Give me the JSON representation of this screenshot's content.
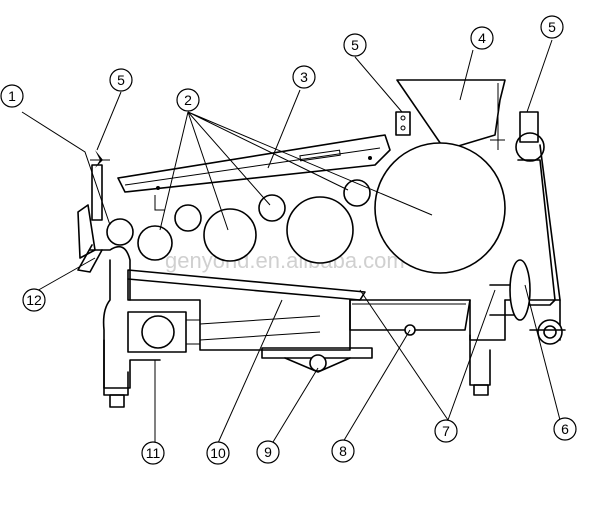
{
  "diagram": {
    "watermark": "genyond.en.alibaba.com",
    "callouts": [
      {
        "id": "c1",
        "label": "1"
      },
      {
        "id": "c2",
        "label": "2"
      },
      {
        "id": "c3",
        "label": "3"
      },
      {
        "id": "c4",
        "label": "4"
      },
      {
        "id": "c5a",
        "label": "5"
      },
      {
        "id": "c5b",
        "label": "5"
      },
      {
        "id": "c5c",
        "label": "5"
      },
      {
        "id": "c6",
        "label": "6"
      },
      {
        "id": "c7",
        "label": "7"
      },
      {
        "id": "c8",
        "label": "8"
      },
      {
        "id": "c9",
        "label": "9"
      },
      {
        "id": "c10",
        "label": "10"
      },
      {
        "id": "c11",
        "label": "11"
      },
      {
        "id": "c12",
        "label": "12"
      }
    ]
  }
}
